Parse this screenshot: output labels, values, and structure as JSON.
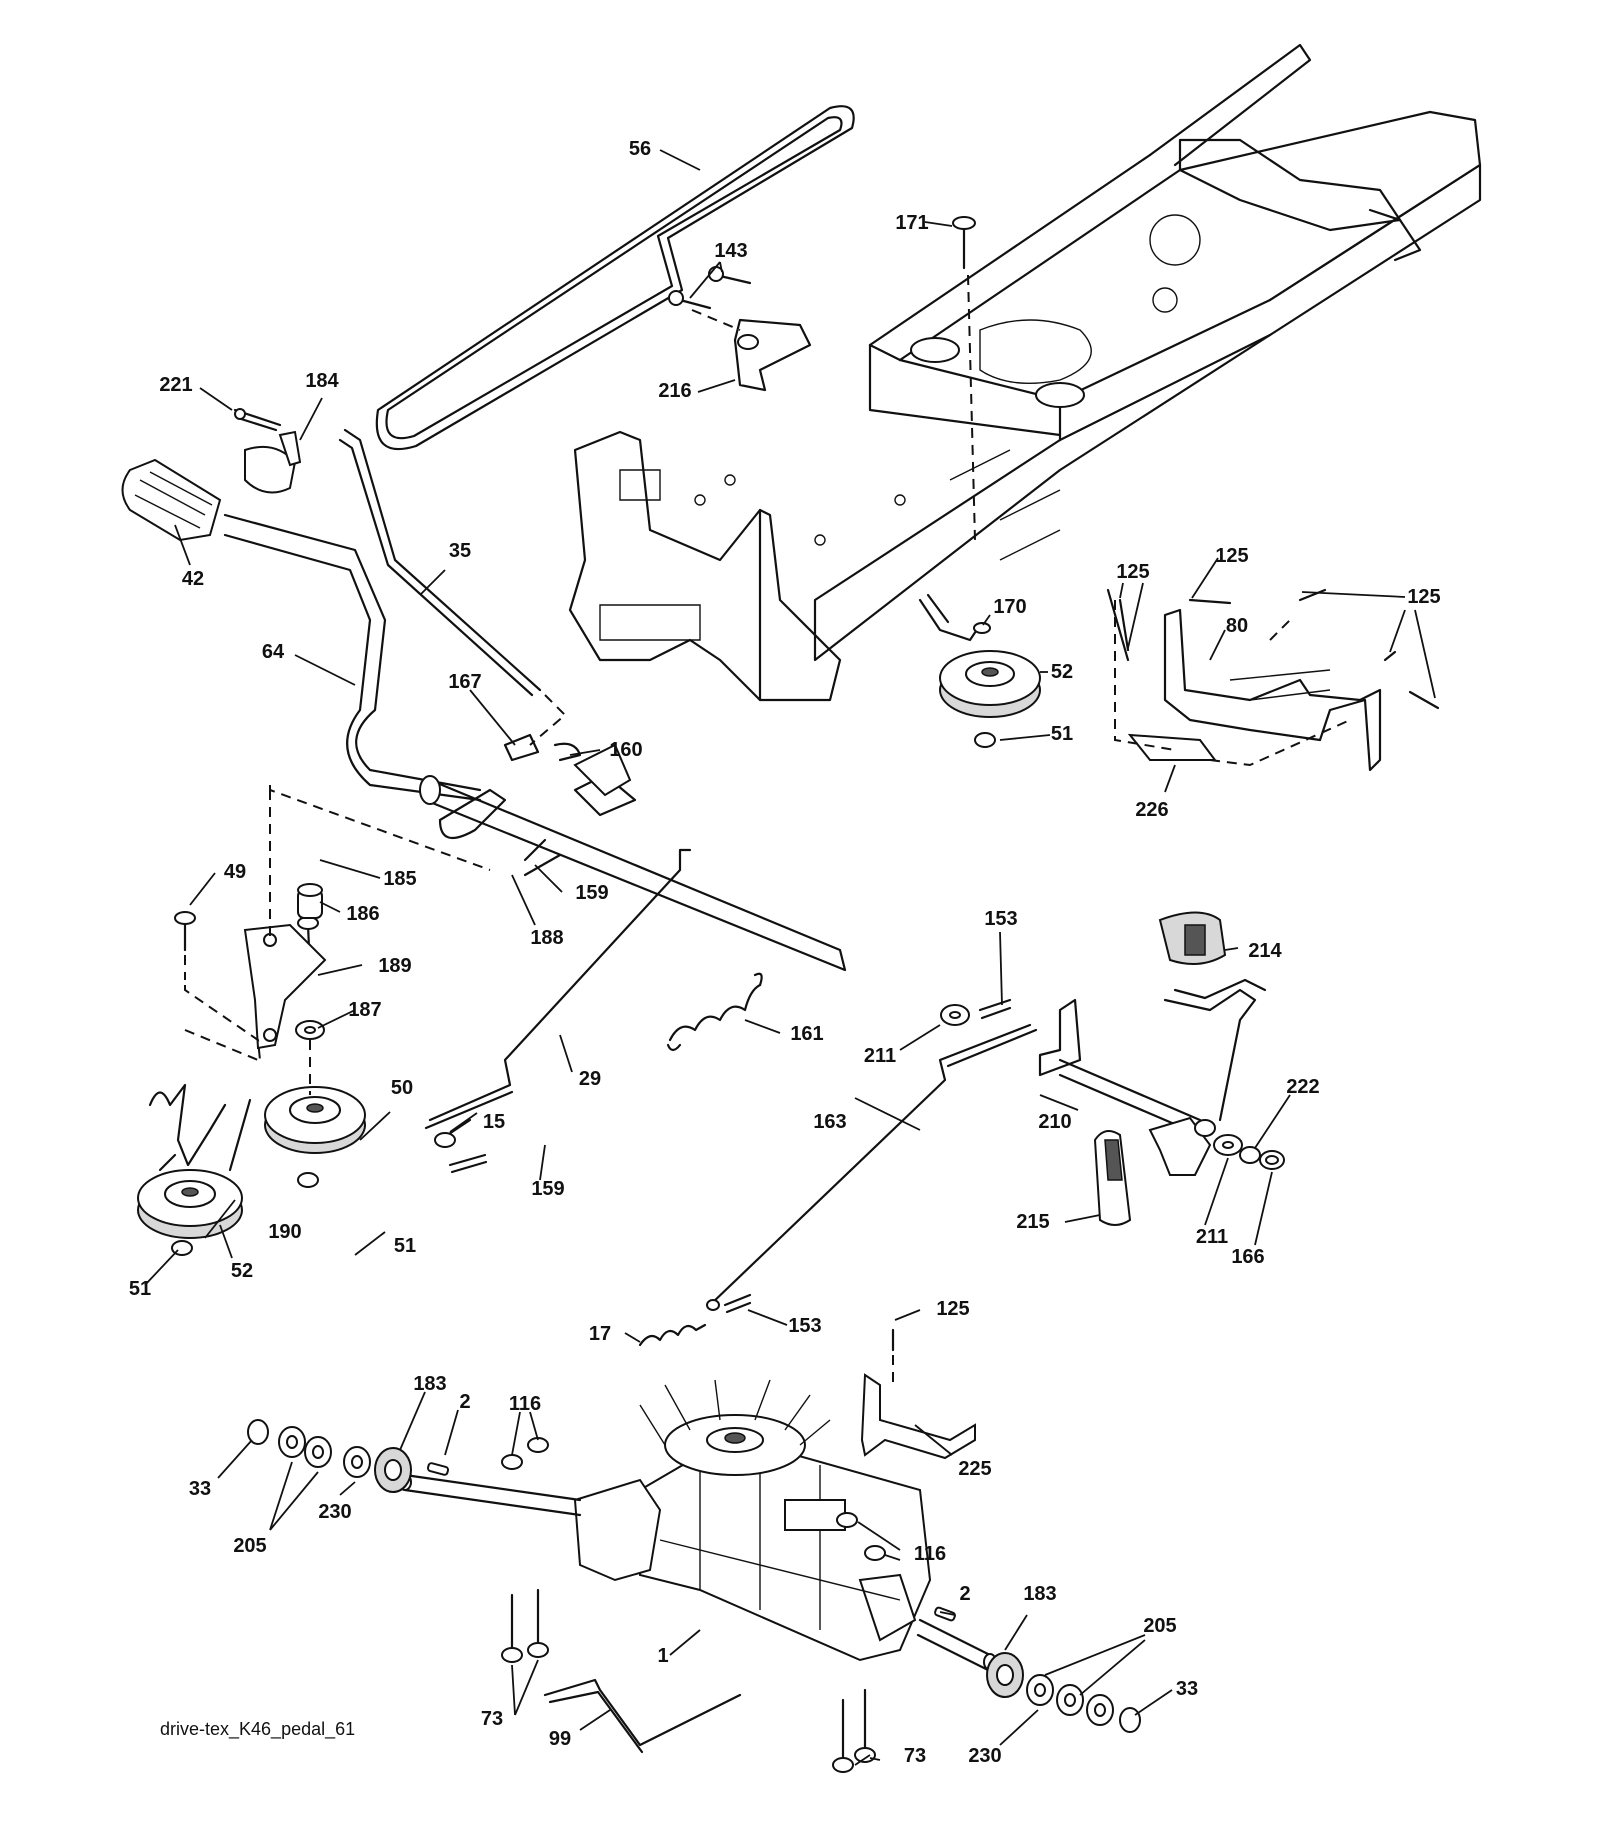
{
  "caption": "drive-tex_K46_pedal_61",
  "callouts": [
    {
      "label": "56"
    },
    {
      "label": "171"
    },
    {
      "label": "143"
    },
    {
      "label": "216"
    },
    {
      "label": "221"
    },
    {
      "label": "184"
    },
    {
      "label": "42"
    },
    {
      "label": "35"
    },
    {
      "label": "64"
    },
    {
      "label": "167"
    },
    {
      "label": "160"
    },
    {
      "label": "170"
    },
    {
      "label": "52"
    },
    {
      "label": "51"
    },
    {
      "label": "125"
    },
    {
      "label": "125"
    },
    {
      "label": "125"
    },
    {
      "label": "80"
    },
    {
      "label": "226"
    },
    {
      "label": "49"
    },
    {
      "label": "185"
    },
    {
      "label": "186"
    },
    {
      "label": "189"
    },
    {
      "label": "187"
    },
    {
      "label": "188"
    },
    {
      "label": "159"
    },
    {
      "label": "153"
    },
    {
      "label": "214"
    },
    {
      "label": "161"
    },
    {
      "label": "211"
    },
    {
      "label": "29"
    },
    {
      "label": "50"
    },
    {
      "label": "15"
    },
    {
      "label": "163"
    },
    {
      "label": "210"
    },
    {
      "label": "222"
    },
    {
      "label": "159"
    },
    {
      "label": "190"
    },
    {
      "label": "51"
    },
    {
      "label": "52"
    },
    {
      "label": "51"
    },
    {
      "label": "215"
    },
    {
      "label": "211"
    },
    {
      "label": "166"
    },
    {
      "label": "125"
    },
    {
      "label": "17"
    },
    {
      "label": "153"
    },
    {
      "label": "183"
    },
    {
      "label": "116"
    },
    {
      "label": "2"
    },
    {
      "label": "33"
    },
    {
      "label": "205"
    },
    {
      "label": "230"
    },
    {
      "label": "225"
    },
    {
      "label": "116"
    },
    {
      "label": "2"
    },
    {
      "label": "183"
    },
    {
      "label": "1"
    },
    {
      "label": "205"
    },
    {
      "label": "73"
    },
    {
      "label": "33"
    },
    {
      "label": "99"
    },
    {
      "label": "73"
    },
    {
      "label": "230"
    }
  ]
}
